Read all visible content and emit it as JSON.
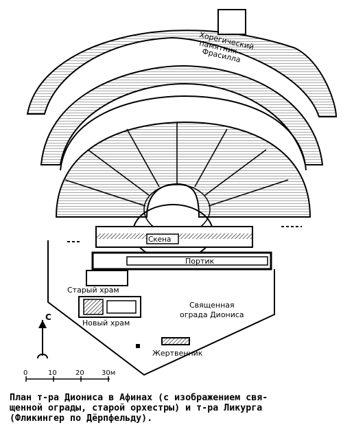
{
  "labels": {
    "monument": [
      "Хорегический",
      "памятник",
      "Фрасилла"
    ],
    "skena": "Скена",
    "portik": "Портик",
    "old_temple": "Старый храм",
    "new_temple": "Новый храм",
    "sacred_enclosure": [
      "Священная",
      "ограда Диониса"
    ],
    "altar": "Жертвенник"
  },
  "compass": {
    "north": "С"
  },
  "scale": {
    "ticks": [
      "0",
      "10",
      "20",
      "30м"
    ]
  },
  "caption": [
    "План т-ра Диониса в Афинах (с изображением свя-",
    "щенной ограды, старой орхестры) и т-ра Ликурга",
    "(Фликингер по Дёрпфельду)."
  ],
  "colors": {
    "ink": "#000000",
    "paper": "#ffffff",
    "highlight": "#d8d8d8"
  }
}
